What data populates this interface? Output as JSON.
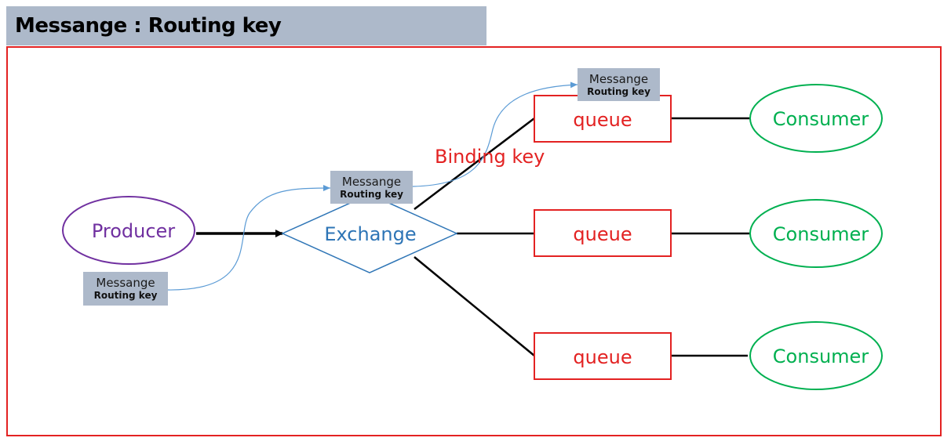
{
  "title": "Messange : Routing key",
  "producer": {
    "label": "Producer",
    "color": "#7030a0"
  },
  "exchange": {
    "label": "Exchange",
    "color": "#2e75b6"
  },
  "binding_key": {
    "label": "Binding key",
    "color": "#e32222"
  },
  "queues": [
    {
      "label": "queue"
    },
    {
      "label": "queue"
    },
    {
      "label": "queue"
    }
  ],
  "consumers": [
    {
      "label": "Consumer"
    },
    {
      "label": "Consumer"
    },
    {
      "label": "Consumer"
    }
  ],
  "messages": [
    {
      "top": "Messange",
      "bottom": "Routing key"
    },
    {
      "top": "Messange",
      "bottom": "Routing key"
    },
    {
      "top": "Messange",
      "bottom": "Routing key"
    }
  ],
  "colors": {
    "frame": "#e32222",
    "queue": "#e32222",
    "consumer": "#00b050",
    "message_box": "#adb9ca",
    "arrow_curve": "#5b9bd5"
  }
}
